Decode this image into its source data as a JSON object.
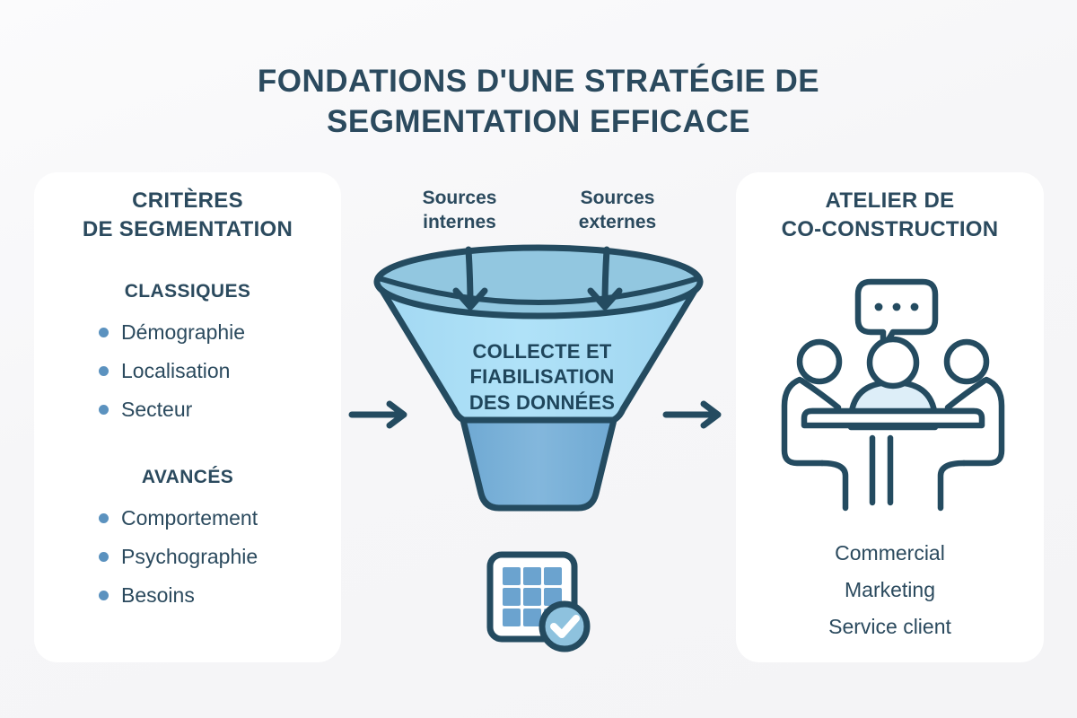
{
  "title": {
    "line1": "FONDATIONS D'UNE STRATÉGIE DE",
    "line2": "SEGMENTATION EFFICACE"
  },
  "colors": {
    "ink": "#2b4a5e",
    "stroke": "#244b60",
    "funnel_body": "#a8dcf4",
    "funnel_rim": "#92c7e0",
    "funnel_stem": "#79b0d8",
    "accent_blue": "#5b92bf",
    "panel_bg": "#ffffff",
    "page_bg": "#f6f6f8"
  },
  "left_panel": {
    "heading_line1": "CRITÈRES",
    "heading_line2": "DE SEGMENTATION",
    "groups": [
      {
        "name": "classiques",
        "heading": "CLASSIQUES",
        "items": [
          "Démographie",
          "Localisation",
          "Secteur"
        ]
      },
      {
        "name": "avances",
        "heading": "AVANCÉS",
        "items": [
          "Comportement",
          "Psychographie",
          "Besoins"
        ]
      }
    ]
  },
  "center": {
    "source_left_line1": "Sources",
    "source_left_line2": "internes",
    "source_right_line1": "Sources",
    "source_right_line2": "externes",
    "funnel_caption_line1": "COLLECTE ET",
    "funnel_caption_line2": "FIABILISATION",
    "funnel_caption_line3": "DES DONNÉES",
    "icons": {
      "grid_check": "grid-check-icon",
      "arrow_down_internal": "arrow-down-icon",
      "arrow_down_external": "arrow-down-icon",
      "arrow_in": "arrow-right-icon",
      "arrow_out": "arrow-right-icon"
    }
  },
  "right_panel": {
    "heading_line1": "ATELIER DE",
    "heading_line2": "CO-CONSTRUCTION",
    "illustration": "meeting-people-icon",
    "roles": [
      "Commercial",
      "Marketing",
      "Service client"
    ]
  }
}
